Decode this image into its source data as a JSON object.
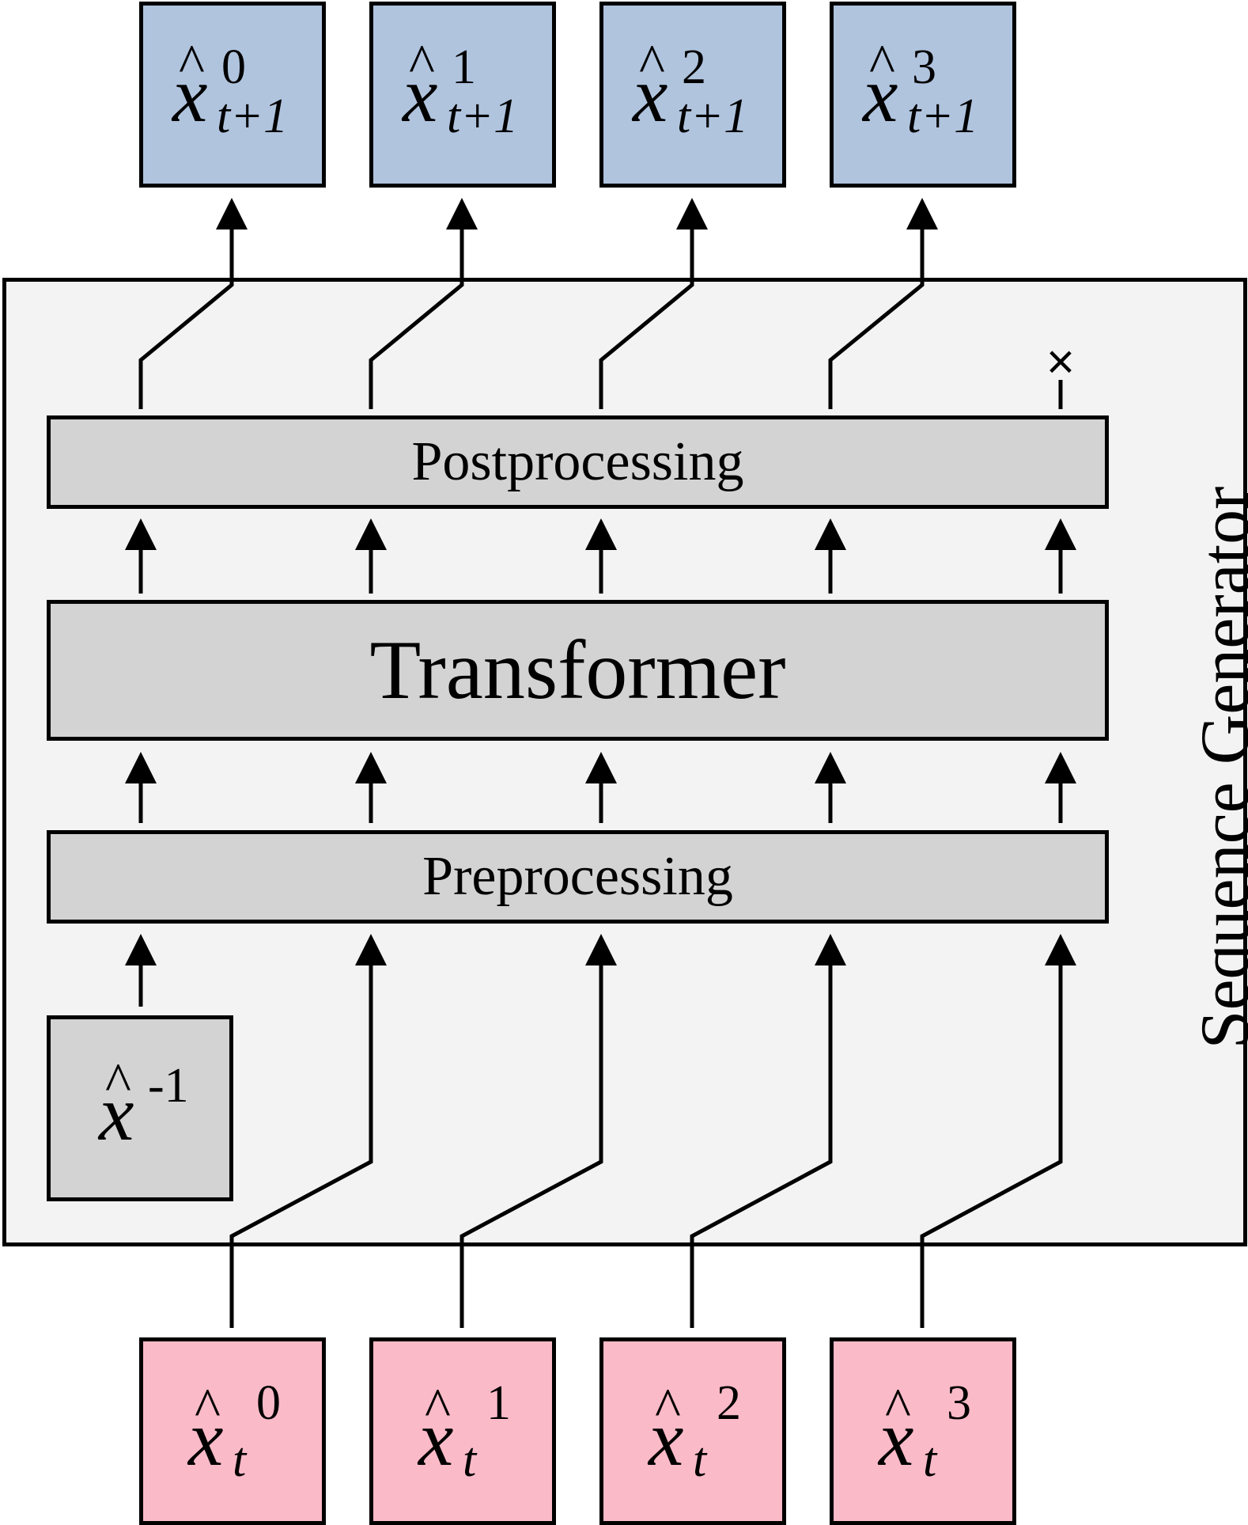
{
  "outputs": [
    {
      "var": "x",
      "hat": "^",
      "sup": "0",
      "sub": "t+1"
    },
    {
      "var": "x",
      "hat": "^",
      "sup": "1",
      "sub": "t+1"
    },
    {
      "var": "x",
      "hat": "^",
      "sup": "2",
      "sub": "t+1"
    },
    {
      "var": "x",
      "hat": "^",
      "sup": "3",
      "sub": "t+1"
    }
  ],
  "inputs": [
    {
      "var": "x",
      "hat": "^",
      "sup": "0",
      "sub": "t"
    },
    {
      "var": "x",
      "hat": "^",
      "sup": "1",
      "sub": "t"
    },
    {
      "var": "x",
      "hat": "^",
      "sup": "2",
      "sub": "t"
    },
    {
      "var": "x",
      "hat": "^",
      "sup": "3",
      "sub": "t"
    }
  ],
  "start_token": {
    "var": "x",
    "hat": "^",
    "sup": "-1"
  },
  "layers": {
    "postprocessing": "Postprocessing",
    "transformer": "Transformer",
    "preprocessing": "Preprocessing"
  },
  "container_title": "Sequence Generator",
  "discard_mark": "×",
  "colors": {
    "output_box": "#b0c4de",
    "input_box": "#fbbac8",
    "layer_box": "#d3d3d3",
    "container": "#f3f3f3"
  }
}
